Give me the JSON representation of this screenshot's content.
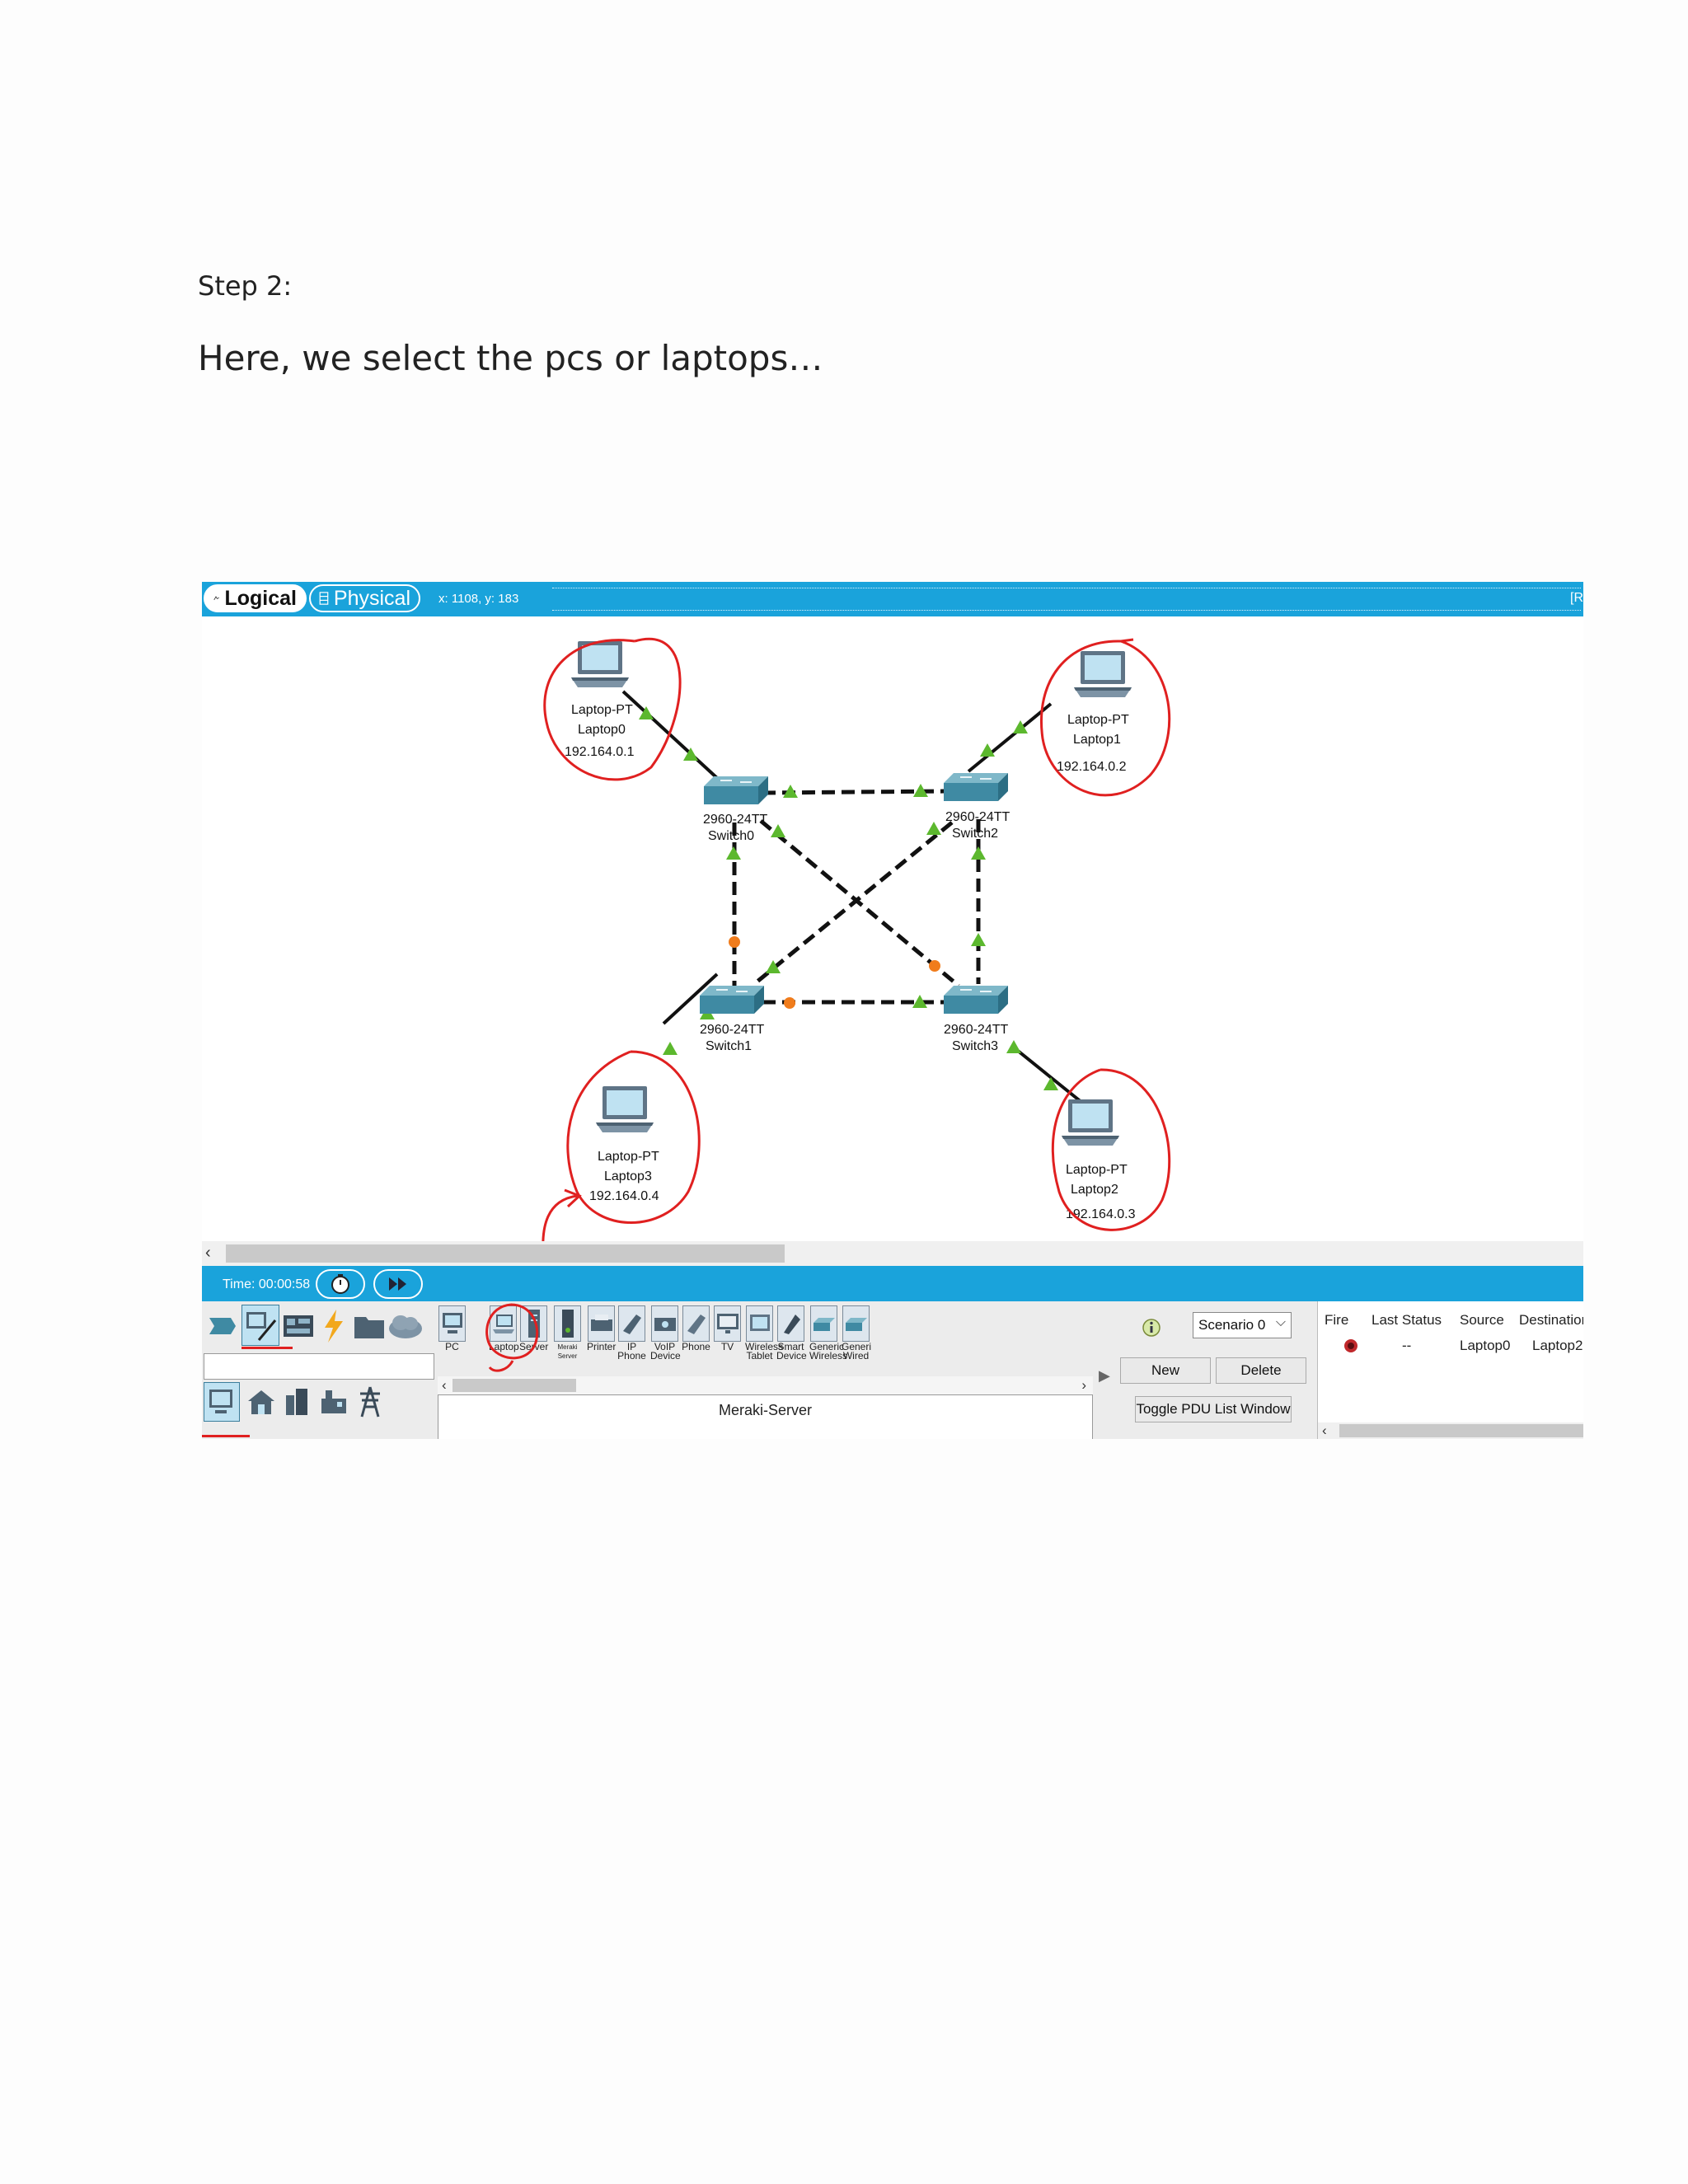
{
  "document": {
    "step_title": "Step 2:",
    "caption": "Here, we select the pcs or laptops…"
  },
  "workspace": {
    "tab_logical": "Logical",
    "tab_physical": "Physical",
    "coords": "x: 1108, y: 183",
    "corner_text": "[R"
  },
  "nodes": {
    "laptop0": {
      "type": "Laptop-PT",
      "name": "Laptop0",
      "ip": "192.164.0.1"
    },
    "laptop1": {
      "type": "Laptop-PT",
      "name": "Laptop1",
      "ip": "192.164.0.2"
    },
    "laptop2": {
      "type": "Laptop-PT",
      "name": "Laptop2",
      "ip": "192.164.0.3"
    },
    "laptop3": {
      "type": "Laptop-PT",
      "name": "Laptop3",
      "ip": "192.164.0.4"
    },
    "switch0": {
      "type": "2960-24TT",
      "name": "Switch0"
    },
    "switch1": {
      "type": "2960-24TT",
      "name": "Switch1"
    },
    "switch2": {
      "type": "2960-24TT",
      "name": "Switch2"
    },
    "switch3": {
      "type": "2960-24TT",
      "name": "Switch3"
    }
  },
  "sim": {
    "time": "Time: 00:00:58"
  },
  "devices": [
    {
      "label": "PC"
    },
    {
      "label": "Laptop"
    },
    {
      "label": "Server"
    },
    {
      "label": "Meraki Server"
    },
    {
      "label": "Printer"
    },
    {
      "label": "IP Phone"
    },
    {
      "label": "VoIP Device"
    },
    {
      "label": "Phone"
    },
    {
      "label": "TV"
    },
    {
      "label": "Wireless Tablet"
    },
    {
      "label": "Smart Device"
    },
    {
      "label": "Generic Wireless"
    },
    {
      "label": "Generi Wired"
    }
  ],
  "device_name": "Meraki-Server",
  "scenario": {
    "selected": "Scenario 0",
    "new_label": "New",
    "delete_label": "Delete",
    "toggle_label": "Toggle PDU List Window"
  },
  "pdu_table": {
    "headers": [
      "Fire",
      "Last Status",
      "Source",
      "Destination"
    ],
    "row": {
      "last_status": "--",
      "source": "Laptop0",
      "destination": "Laptop2"
    }
  },
  "colors": {
    "accent_blue": "#1aa3db",
    "annotation_red": "#e02020",
    "link_up_green": "#5cb82e",
    "link_amber": "#f07c1c"
  }
}
